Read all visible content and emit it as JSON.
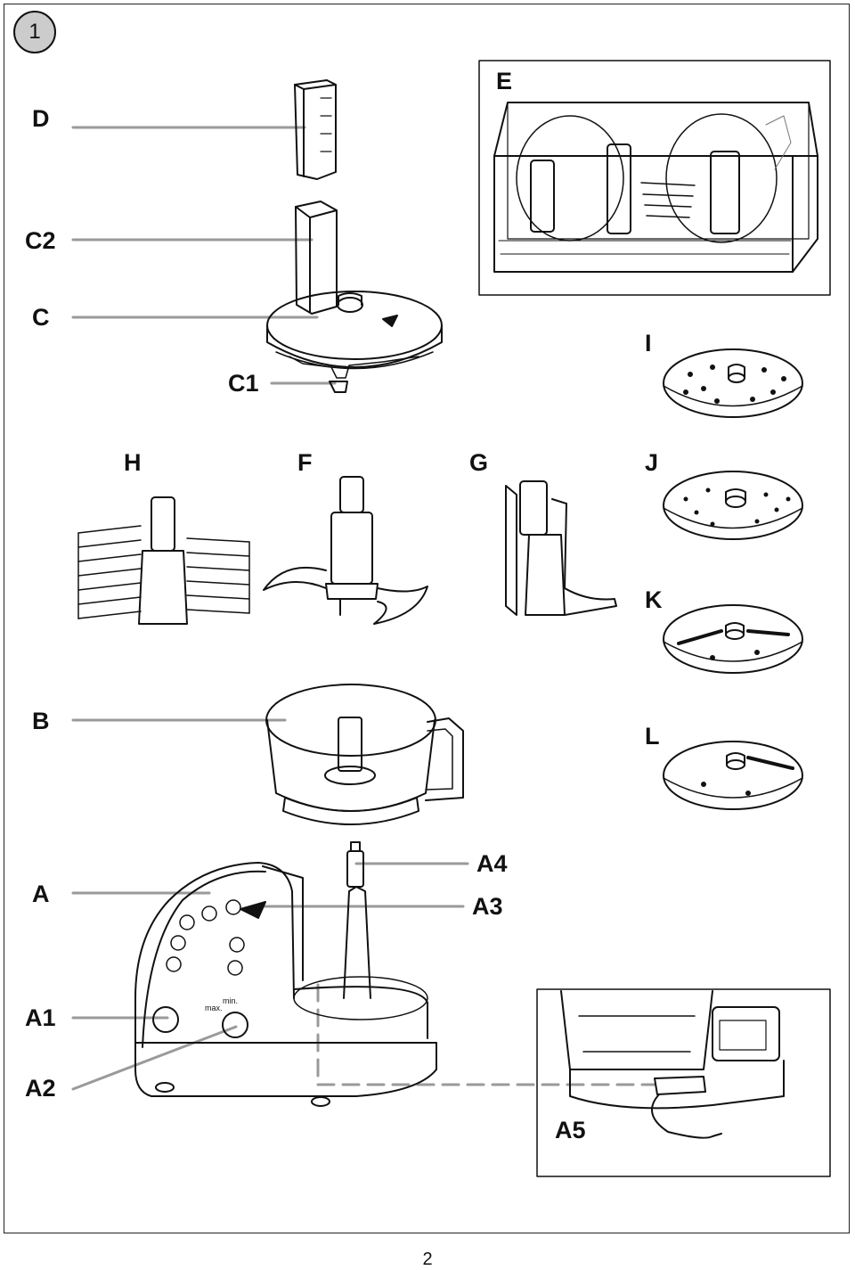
{
  "figure": {
    "number": "1"
  },
  "labels": {
    "D": "D",
    "C2": "C2",
    "C": "C",
    "C1": "C1",
    "E": "E",
    "I": "I",
    "H": "H",
    "F": "F",
    "G": "G",
    "J": "J",
    "K": "K",
    "B": "B",
    "L": "L",
    "A": "A",
    "A4": "A4",
    "A3": "A3",
    "A1": "A1",
    "A2": "A2",
    "A5": "A5"
  },
  "dial_text": {
    "min": "min.",
    "max": "max."
  },
  "page": {
    "number": "2"
  },
  "colors": {
    "leader_line": "#9a9a9a",
    "ink": "#111111",
    "shade": "#cfcfcf"
  }
}
